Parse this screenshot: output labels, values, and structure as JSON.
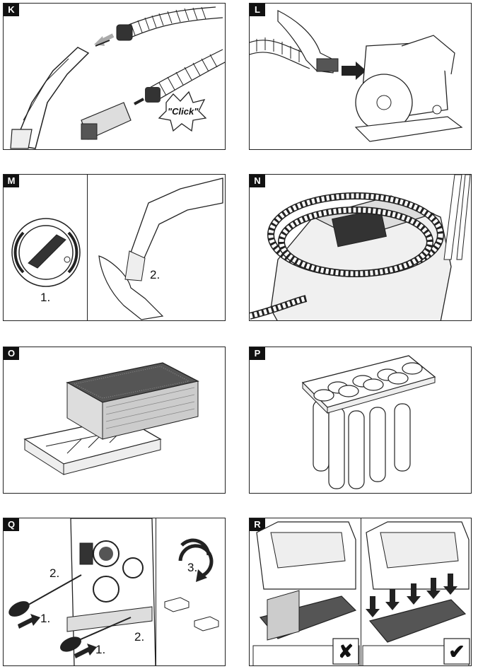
{
  "panels": {
    "k": {
      "letter": "K",
      "click": "\"Click\""
    },
    "l": {
      "letter": "L"
    },
    "m": {
      "letter": "M",
      "step1": "1.",
      "step2": "2."
    },
    "n": {
      "letter": "N"
    },
    "o": {
      "letter": "O"
    },
    "p": {
      "letter": "P"
    },
    "q": {
      "letter": "Q",
      "step2a": "2.",
      "step1a": "1.",
      "step1b": "1.",
      "step2b": "2.",
      "step3": "3."
    },
    "r": {
      "letter": "R"
    }
  },
  "colors": {
    "line": "#222222",
    "fill_gray": "#cfcfcf",
    "dark": "#333333"
  },
  "icons": {
    "wrong": "cross-icon",
    "right": "check-icon"
  }
}
